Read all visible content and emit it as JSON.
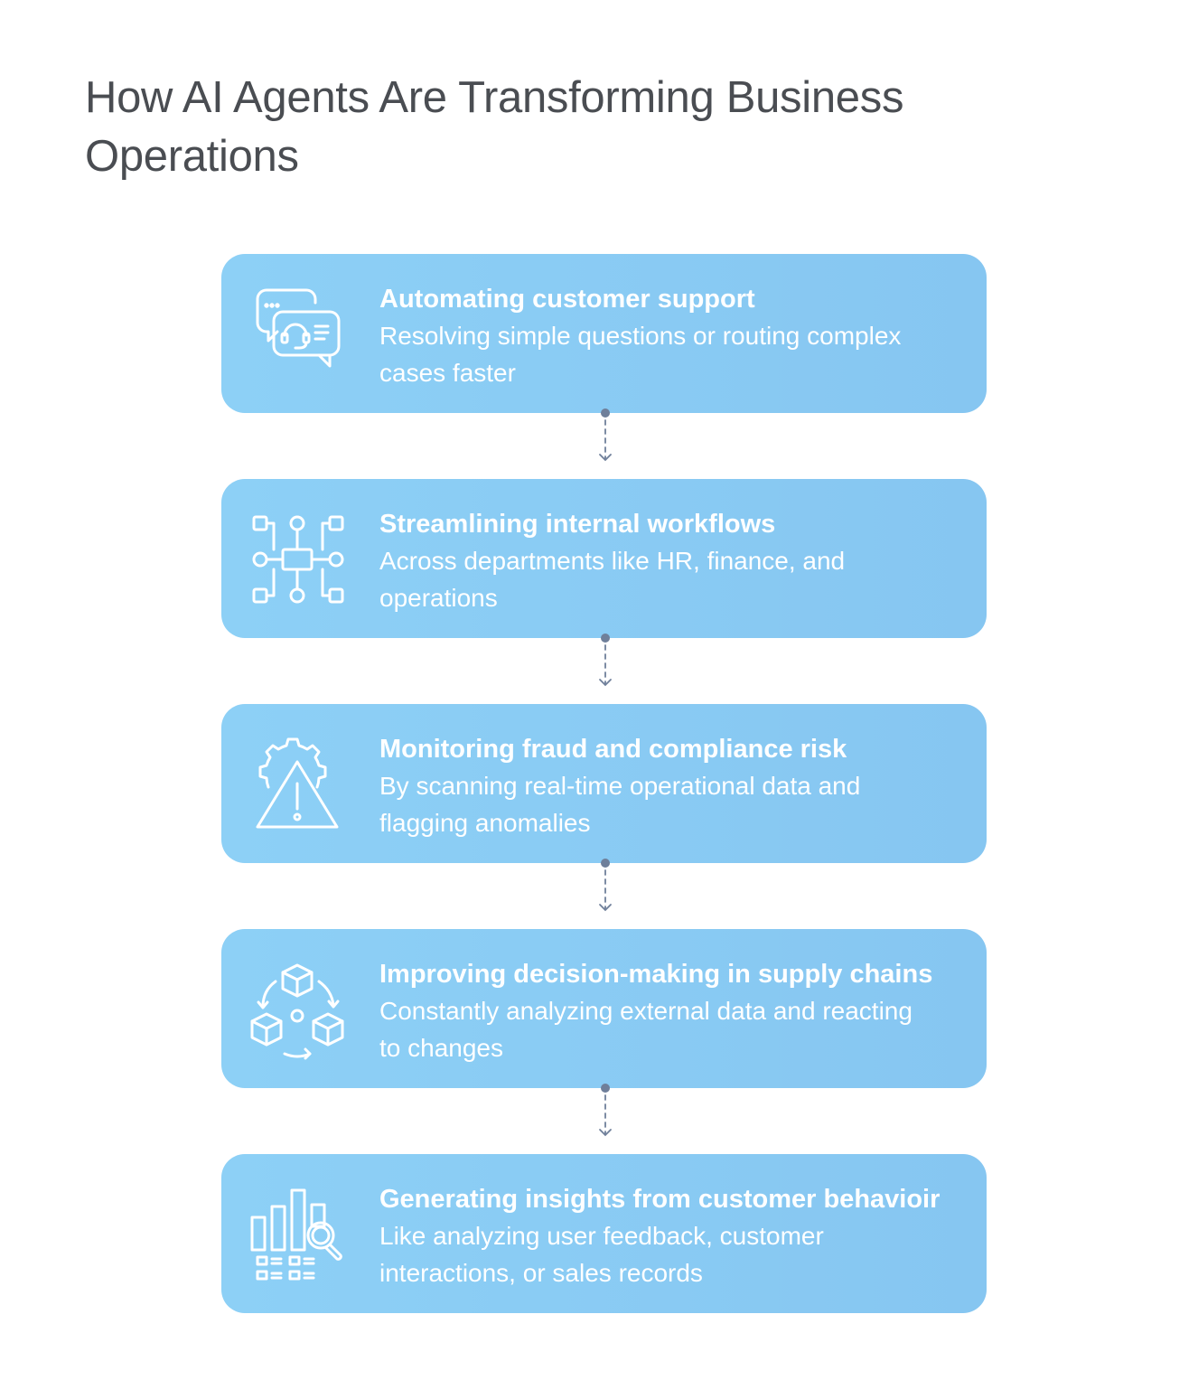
{
  "title": "How AI Agents Are Transforming Business Operations",
  "colors": {
    "card_start": "#8dd0f6",
    "card_end": "#86c6f1",
    "text_on_card": "#ffffff",
    "title_text": "#4a4d52",
    "connector": "#6f7f9a"
  },
  "steps": [
    {
      "icon": "customer-support-chat-icon",
      "title": "Automating customer support",
      "description": "Resolving simple questions or routing complex cases faster"
    },
    {
      "icon": "workflow-network-icon",
      "title": "Streamlining internal workflows",
      "description": "Across departments like HR, finance, and operations"
    },
    {
      "icon": "risk-warning-gear-icon",
      "title": "Monitoring fraud and compliance risk",
      "description": "By scanning real-time operational data and flagging anomalies"
    },
    {
      "icon": "supply-chain-cubes-icon",
      "title": "Improving decision-making in supply chains",
      "description": "Constantly analyzing external data and reacting to changes"
    },
    {
      "icon": "analytics-chart-search-icon",
      "title": "Generating insights from customer behavioir",
      "description": "Like analyzing user feedback, customer interactions, or sales records"
    }
  ]
}
